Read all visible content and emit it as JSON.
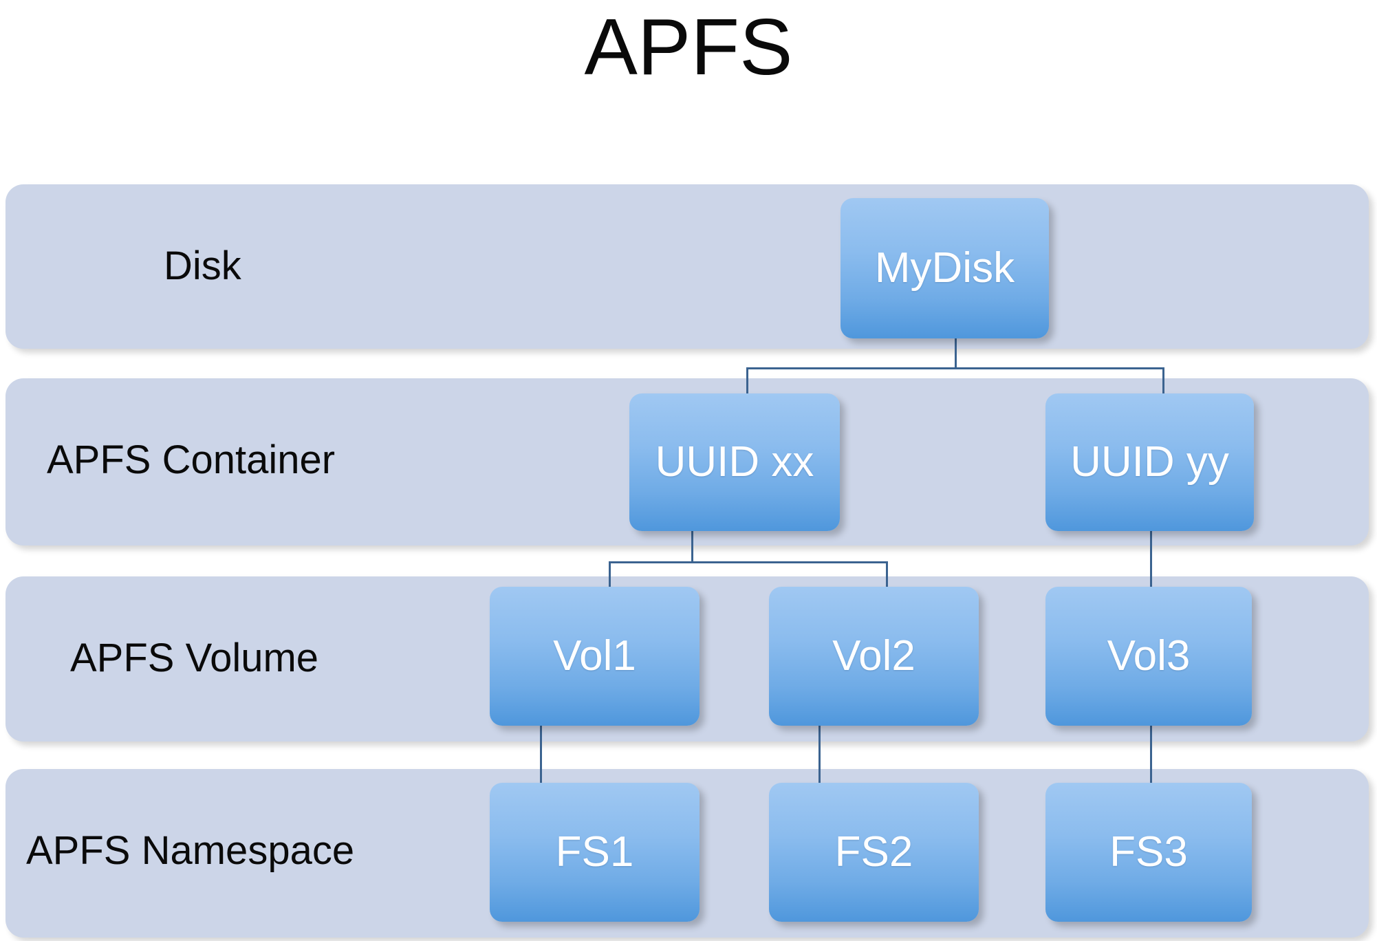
{
  "slide": {
    "title": "APFS",
    "background_color": "#ffffff",
    "band_color": "#ccd5e8",
    "node_gradient_top": "#a0c8f2",
    "node_gradient_bottom": "#4f97dc",
    "connector_color": "#3b6390",
    "node_text_color": "#ffffff",
    "label_text_color": "#0a0a0a"
  },
  "layers": [
    {
      "id": "disk",
      "label": "Disk"
    },
    {
      "id": "container",
      "label": "APFS Container"
    },
    {
      "id": "volume",
      "label": "APFS Volume"
    },
    {
      "id": "namespace",
      "label": "APFS Namespace"
    }
  ],
  "nodes": {
    "mydisk": {
      "label": "MyDisk",
      "layer": "disk"
    },
    "uuidxx": {
      "label": "UUID xx",
      "layer": "container"
    },
    "uuidyy": {
      "label": "UUID yy",
      "layer": "container"
    },
    "vol1": {
      "label": "Vol1",
      "layer": "volume"
    },
    "vol2": {
      "label": "Vol2",
      "layer": "volume"
    },
    "vol3": {
      "label": "Vol3",
      "layer": "volume"
    },
    "fs1": {
      "label": "FS1",
      "layer": "namespace"
    },
    "fs2": {
      "label": "FS2",
      "layer": "namespace"
    },
    "fs3": {
      "label": "FS3",
      "layer": "namespace"
    }
  },
  "edges": [
    {
      "from": "mydisk",
      "to": "uuidxx"
    },
    {
      "from": "mydisk",
      "to": "uuidyy"
    },
    {
      "from": "uuidxx",
      "to": "vol1"
    },
    {
      "from": "uuidxx",
      "to": "vol2"
    },
    {
      "from": "uuidyy",
      "to": "vol3"
    },
    {
      "from": "vol1",
      "to": "fs1"
    },
    {
      "from": "vol2",
      "to": "fs2"
    },
    {
      "from": "vol3",
      "to": "fs3"
    }
  ]
}
